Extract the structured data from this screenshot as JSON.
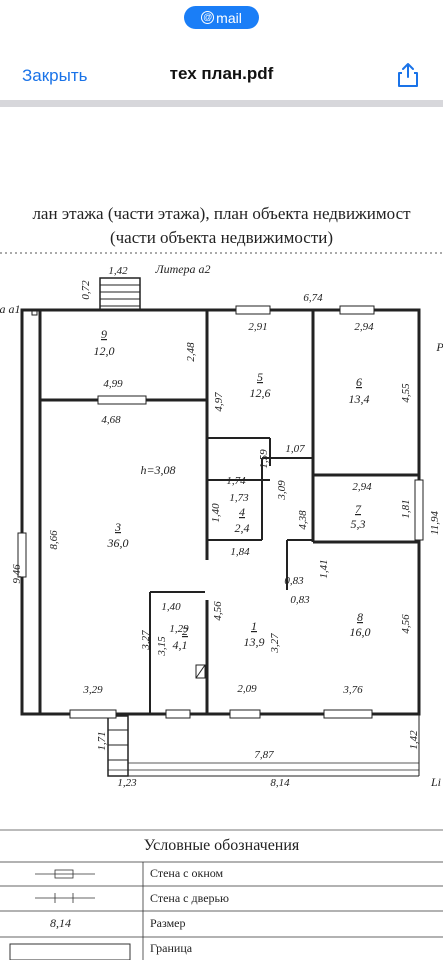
{
  "header": {
    "account_badge": "mail",
    "close_label": "Закрыть",
    "file_title": "тех план.pdf",
    "share_icon": "share-icon"
  },
  "document": {
    "heading_line1": "лан этажа (части этажа), план объекта недвижимост",
    "heading_line2": "(части объекта недвижимости)",
    "plan": {
      "left_cut_label": "а а1",
      "litera": "Литера а2",
      "right_cut_label": "Р",
      "bottom_right_cut_label": "Li",
      "height_label": "h=3,08",
      "rooms": [
        {
          "num": "9",
          "area": "12,0"
        },
        {
          "num": "5",
          "area": "12,6"
        },
        {
          "num": "6",
          "area": "13,4"
        },
        {
          "num": "3",
          "area": "36,0"
        },
        {
          "num": "4",
          "area": "2,4"
        },
        {
          "num": "7",
          "area": "5,3"
        },
        {
          "num": "1",
          "area": "13,9"
        },
        {
          "num": "2",
          "area": "4,1"
        },
        {
          "num": "8",
          "area": "16,0"
        }
      ],
      "dims": {
        "d142": "1,42",
        "d072": "0,72",
        "d674": "6,74",
        "d291": "2,91",
        "d294a": "2,94",
        "d248": "2,48",
        "d499": "4,99",
        "d468": "4,68",
        "d497": "4,97",
        "d455": "4,55",
        "d107": "1,07",
        "d159": "1,59",
        "d174": "1,74",
        "d173": "1,73",
        "d309": "3,09",
        "d294b": "2,94",
        "d140a": "1,40",
        "d181": "1,81",
        "d1194": "11,94",
        "d946": "9,46",
        "d866": "8,66",
        "d184": "1,84",
        "d438": "4,38",
        "d141": "1,41",
        "d083a": "0,83",
        "d083b": "0,83",
        "d140b": "1,40",
        "d129": "1,29",
        "d456a": "4,56",
        "d315": "3,15",
        "d327a": "3,27",
        "d327b": "3,27",
        "d456b": "4,56",
        "d329": "3,29",
        "d209": "2,09",
        "d376": "3,76",
        "d171": "1,71",
        "d787": "7,87",
        "d142b": "1,42",
        "d123": "1,23",
        "d814": "8,14"
      }
    },
    "legend": {
      "title": "Условные обозначения",
      "rows": [
        {
          "symbol": "",
          "label": "Стена с окном"
        },
        {
          "symbol": "",
          "label": "Стена с дверью"
        },
        {
          "symbol": "8,14",
          "label": "Размер"
        },
        {
          "symbol": "",
          "label": "Граница"
        }
      ]
    }
  }
}
